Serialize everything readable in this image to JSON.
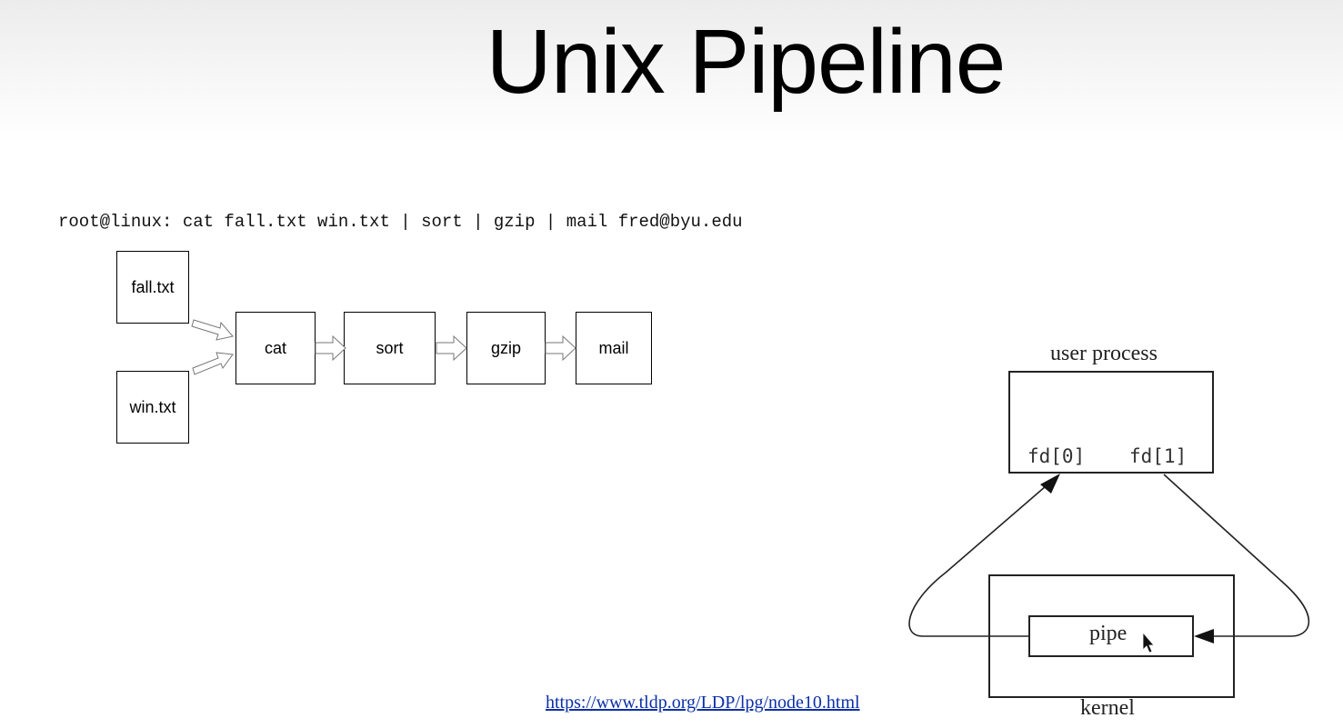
{
  "slide": {
    "title": "Unix Pipeline",
    "command": "root@linux: cat fall.txt win.txt | sort | gzip | mail fred@byu.edu",
    "link": "https://www.tldp.org/LDP/lpg/node10.html"
  },
  "flow": {
    "inputs": [
      "fall.txt",
      "win.txt"
    ],
    "stages": [
      "cat",
      "sort",
      "gzip",
      "mail"
    ]
  },
  "pipe_diagram": {
    "user_process_label": "user process",
    "fd0_label": "fd[0]",
    "fd1_label": "fd[1]",
    "pipe_label": "pipe",
    "kernel_label": "kernel"
  },
  "colors": {
    "link": "#0b2fa8",
    "stroke": "#000000"
  },
  "icons": [
    "mouse-pointer-icon"
  ]
}
